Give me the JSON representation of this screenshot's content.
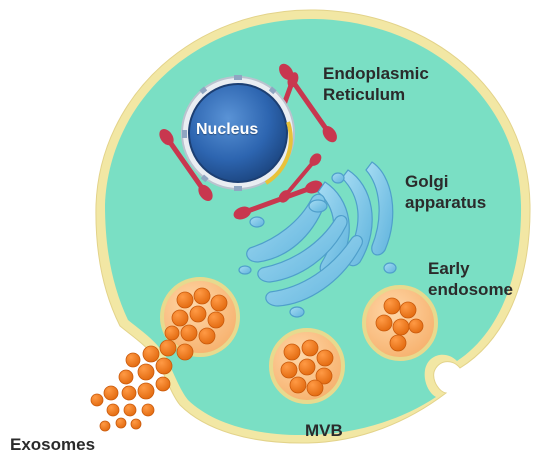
{
  "labels": {
    "nucleus": "Nucleus",
    "er_line1": "Endoplasmic",
    "er_line2": "Reticulum",
    "golgi_line1": "Golgi",
    "golgi_line2": "apparatus",
    "early_line1": "Early",
    "early_line2": "endosome",
    "mvb": "MVB",
    "exosomes": "Exosomes"
  },
  "colors": {
    "cytoplasm": "#7adfc4",
    "membrane": "#f2e7a4",
    "nucleus_dark": "#1f4e8c",
    "nucleus_light": "#3f7cc6",
    "er": "#c8374f",
    "golgi": "#7cc6e8",
    "vesicle": "#f07b1e",
    "label": "#2b2b2b"
  }
}
